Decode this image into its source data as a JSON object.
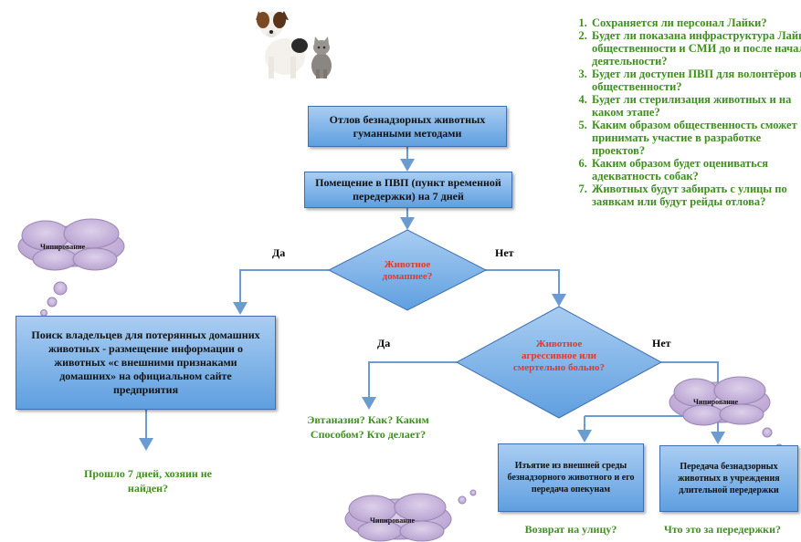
{
  "questions": [
    "Сохраняется ли персонал Лайки?",
    "Будет ли показана инфраструктура Лайки общественности и СМИ до и после начала деятельности?",
    "Будет ли доступен ПВП для волонтёров и общественности?",
    "Будет ли стерилизация животных и на каком этапе?",
    "Каким образом общественность сможет принимать участие в разработке проектов?",
    "Каким образом будет оцениваться адекватность собак?",
    "Животных будут забирать с улицы по заявкам или будут рейды отлова?"
  ],
  "nodes": {
    "capture": "Отлов безнадзорных животных гуманными методами",
    "shelter": "Помещение в ПВП (пункт временной передержки) на 7 дней",
    "domestic_q": "Животное домашнее?",
    "aggressive_q": "Животное агрессивное или смертельно больно?",
    "owner_search": "Поиск владельцев для потерянных домашних животных - размещение информации о животных «с внешними признаками домашних» на официальном сайте предприятия",
    "guardians": "Изъятие из внешней среды безнадзорного животного и его передача опекунам",
    "long_term": "Передача безнадзорных животных в учреждения длительной передержки"
  },
  "labels": {
    "yes_1": "Да",
    "no_1": "Нет",
    "yes_2": "Да",
    "no_2": "Нет",
    "euthanasia": "Эвтаназия? Как? Каким Способом? Кто делает?",
    "seven_days": "Прошло 7 дней, хозяин не найден?",
    "return_street": "Возврат на улицу?",
    "what_shelter": "Что это за передержки?"
  },
  "clouds": {
    "left": "Чипирование",
    "right": "Чипирование",
    "bottom": "Чипирование"
  },
  "colors": {
    "box_top": "#a9cdf2",
    "box_bottom": "#5f9fe0",
    "connector": "#6a9bd1",
    "question_text": "#e03a2a",
    "green_text": "#3f8f1f",
    "cloud_fill": "#c7b3dc"
  },
  "icons": [
    "dog-icon",
    "cat-icon"
  ]
}
